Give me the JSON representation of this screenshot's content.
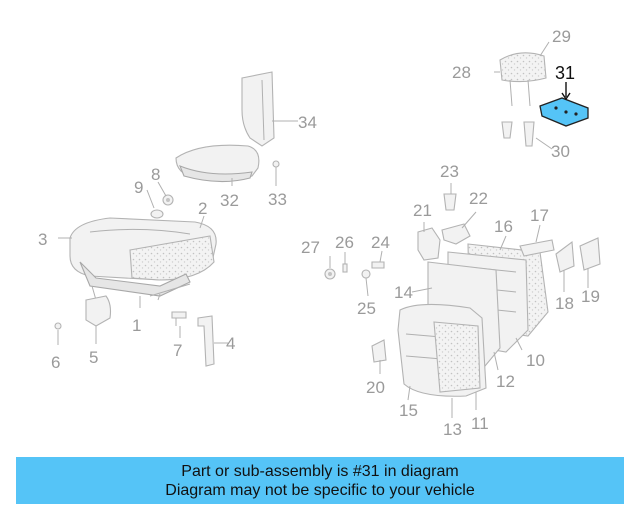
{
  "callouts": [
    {
      "id": "c1",
      "label": "1"
    },
    {
      "id": "c2",
      "label": "2"
    },
    {
      "id": "c3",
      "label": "3"
    },
    {
      "id": "c4",
      "label": "4"
    },
    {
      "id": "c5",
      "label": "5"
    },
    {
      "id": "c6",
      "label": "6"
    },
    {
      "id": "c7",
      "label": "7"
    },
    {
      "id": "c8",
      "label": "8"
    },
    {
      "id": "c9",
      "label": "9"
    },
    {
      "id": "c10",
      "label": "10"
    },
    {
      "id": "c11",
      "label": "11"
    },
    {
      "id": "c12",
      "label": "12"
    },
    {
      "id": "c13",
      "label": "13"
    },
    {
      "id": "c14",
      "label": "14"
    },
    {
      "id": "c15",
      "label": "15"
    },
    {
      "id": "c16",
      "label": "16"
    },
    {
      "id": "c17",
      "label": "17"
    },
    {
      "id": "c18",
      "label": "18"
    },
    {
      "id": "c19",
      "label": "19"
    },
    {
      "id": "c20",
      "label": "20"
    },
    {
      "id": "c21",
      "label": "21"
    },
    {
      "id": "c22",
      "label": "22"
    },
    {
      "id": "c23",
      "label": "23"
    },
    {
      "id": "c24",
      "label": "24"
    },
    {
      "id": "c25",
      "label": "25"
    },
    {
      "id": "c26",
      "label": "26"
    },
    {
      "id": "c27",
      "label": "27"
    },
    {
      "id": "c28",
      "label": "28"
    },
    {
      "id": "c29",
      "label": "29"
    },
    {
      "id": "c30",
      "label": "30"
    },
    {
      "id": "c31",
      "label": "31"
    },
    {
      "id": "c32",
      "label": "32"
    },
    {
      "id": "c33",
      "label": "33"
    },
    {
      "id": "c34",
      "label": "34"
    }
  ],
  "highlight": {
    "part_number": "31",
    "color": "#55c4f7"
  },
  "banner": {
    "line1": "Part or sub-assembly is #31 in diagram",
    "line2": "Diagram may not be specific to your vehicle",
    "background": "#55c4f7"
  }
}
